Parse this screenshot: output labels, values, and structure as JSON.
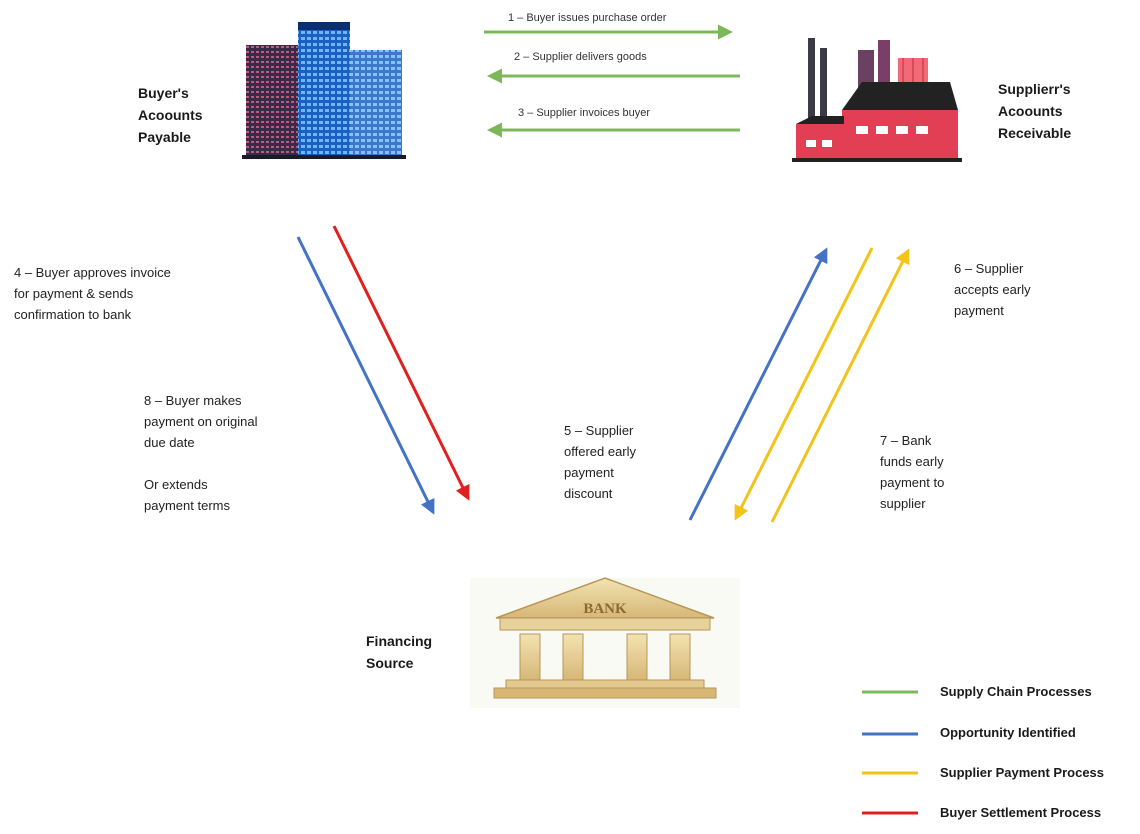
{
  "nodes": {
    "buyer": {
      "label": "Buyer's\nAcoounts\nPayable"
    },
    "supplier": {
      "label": "Supplierr's\nAcoounts\nReceivable"
    },
    "financing": {
      "label": "Financing\nSource"
    },
    "bank_sign": "BANK"
  },
  "top_flows": [
    {
      "text": "1 – Buyer issues purchase order",
      "color": "#7cb85a"
    },
    {
      "text": "2 – Supplier delivers goods",
      "color": "#7cb85a"
    },
    {
      "text": "3 – Supplier invoices buyer",
      "color": "#7cb85a"
    }
  ],
  "steps": {
    "s4": "4 – Buyer approves invoice\nfor payment & sends\nconfirmation to bank",
    "s5": "5 – Supplier\noffered early\npayment\ndiscount",
    "s6": "6 – Supplier\naccepts early\npayment",
    "s7": "7 – Bank\nfunds early\npayment to\nsupplier",
    "s8a": "8 – Buyer makes\npayment on original\ndue date",
    "s8b": "Or extends\npayment terms"
  },
  "colors": {
    "supply_chain": "#7cb85a",
    "opportunity": "#4472c4",
    "supplier_payment": "#f2c318",
    "buyer_settlement": "#e0201f"
  },
  "legend": [
    {
      "label": "Supply Chain Processes",
      "color": "#7cb85a"
    },
    {
      "label": "Opportunity Identified",
      "color": "#4472c4"
    },
    {
      "label": "Supplier Payment Process",
      "color": "#f2c318"
    },
    {
      "label": "Buyer Settlement Process",
      "color": "#e0201f"
    }
  ]
}
